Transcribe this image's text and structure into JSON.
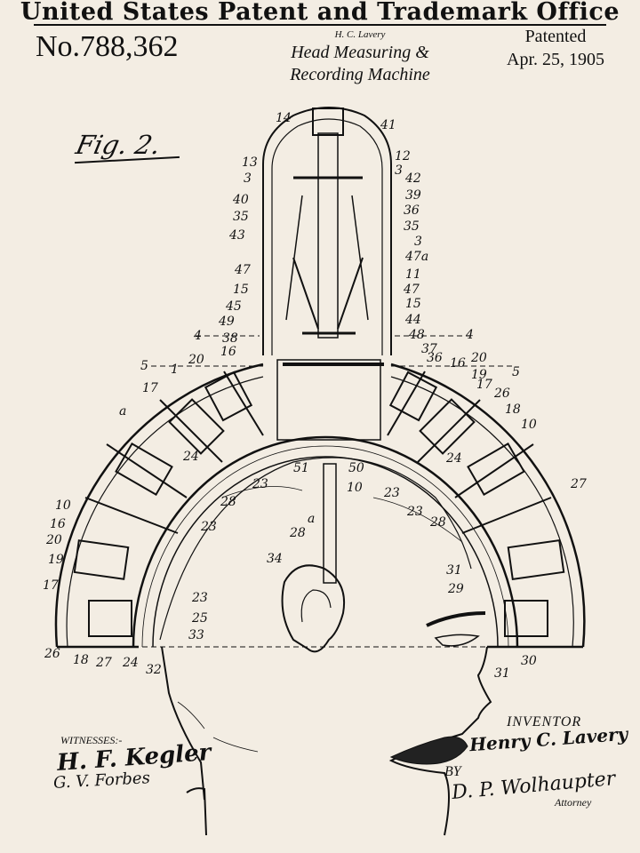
{
  "header": {
    "office": "United States Patent and Trademark Office",
    "patent_number": "No.788,362",
    "inventor_name_small": "H. C. Lavery",
    "title_line1": "Head Measuring &",
    "title_line2": "Recording Machine",
    "patented_label": "Patented",
    "patented_date": "Apr. 25, 1905"
  },
  "figure": {
    "label": "Fig. 2."
  },
  "signatures": {
    "witnesses_label": "WITNESSES:-",
    "witness1": "H. F. Kegler",
    "witness2": "G. V. Forbes",
    "inventor_label": "INVENTOR",
    "inventor_signature": "Henry C. Lavery",
    "by_label": "BY",
    "attorney_signature": "D. P. Wolhaupter",
    "attorney_label": "Attorney"
  },
  "reference_numerals": {
    "n14": "14",
    "n41": "41",
    "n12": "12",
    "n13": "13",
    "n3a": "3",
    "n3b": "3",
    "n42": "42",
    "n40": "40",
    "n39": "39",
    "n35a": "35",
    "n36a": "36",
    "n35b": "35",
    "n43": "43",
    "n3c": "3",
    "n47a": "47a",
    "n47b": "47",
    "n11": "11",
    "n15a": "15",
    "n47c": "47",
    "n15b": "15",
    "n45": "45",
    "n44": "44",
    "n49": "49",
    "n4a": "4",
    "n38": "38",
    "n48": "48",
    "n4b": "4",
    "n37": "37",
    "n5a": "5",
    "n1": "1",
    "n20a": "20",
    "n16a": "16",
    "n36b": "36",
    "n16b": "16",
    "n20b": "20",
    "n19a": "19",
    "n5b": "5",
    "n17a": "17",
    "n17b": "17",
    "n26a": "26",
    "na1": "a",
    "n18a": "18",
    "n10a": "10",
    "n24a": "24",
    "n24b": "24",
    "n51": "51",
    "n50": "50",
    "n10b": "10",
    "n23a": "23",
    "n23b": "23",
    "n28a": "28",
    "n23c": "23",
    "n28b": "28",
    "n27": "27",
    "n28c": "28",
    "na2": "a",
    "n10c": "10",
    "n16c": "16",
    "n20c": "20",
    "n23d": "23",
    "n19b": "19",
    "n34": "34",
    "n31": "31",
    "n17c": "17",
    "n29": "29",
    "n23e": "23",
    "n25": "25",
    "n33": "33",
    "n26b": "26",
    "n18b": "18",
    "n27b": "27",
    "n24c": "24",
    "n32": "32",
    "n31b": "31",
    "n30": "30"
  }
}
